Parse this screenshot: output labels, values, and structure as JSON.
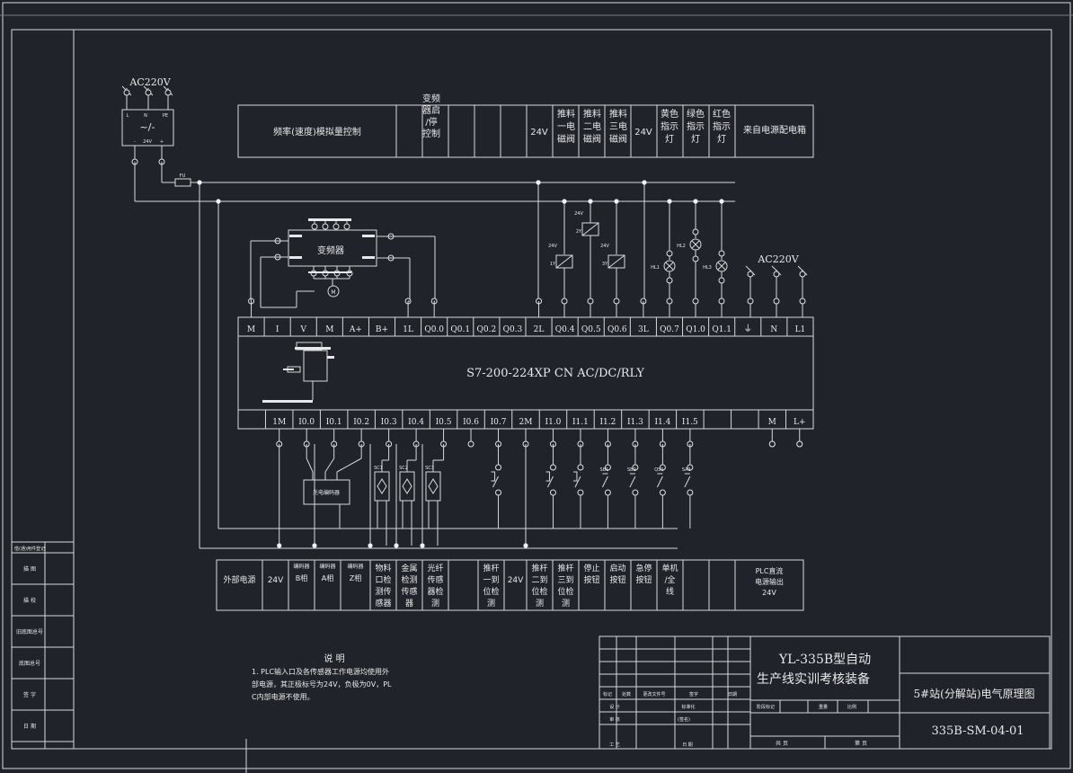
{
  "supply": {
    "label": "AC220V",
    "terms": [
      "L",
      "N",
      "PE"
    ],
    "module": "~/-",
    "out": [
      "-",
      "24V",
      "+"
    ],
    "fuse": "FU"
  },
  "top_table": {
    "cells": [
      "频率(速度)模拟量控制",
      "变频器启/停控制",
      "",
      "",
      "",
      "24V",
      "推料一电磁阀",
      "推料二电磁阀",
      "推料三电磁阀",
      "24V",
      "黄色指示灯",
      "绿色指示灯",
      "红色指示灯",
      "来自电源配电箱"
    ]
  },
  "vfd": {
    "label": "变频器"
  },
  "plc": {
    "model": "S7-200-224XP CN AC/DC/RLY",
    "top_terms": [
      "M",
      "I",
      "V",
      "M",
      "A+",
      "B+",
      "1L",
      "Q0.0",
      "Q0.1",
      "Q0.2",
      "Q0.3",
      "2L",
      "Q0.4",
      "Q0.5",
      "Q0.6",
      "3L",
      "Q0.7",
      "Q1.0",
      "Q1.1",
      "⏚",
      "N",
      "L1"
    ],
    "bottom_terms": [
      "",
      "1M",
      "I0.0",
      "I0.1",
      "I0.2",
      "I0.3",
      "I0.4",
      "I0.5",
      "I0.6",
      "I0.7",
      "2M",
      "I1.0",
      "I1.1",
      "I1.2",
      "I1.3",
      "I1.4",
      "I1.5",
      "",
      "",
      "M",
      "L+"
    ]
  },
  "outputs": {
    "coil_labels": [
      "1Y",
      "2Y",
      "3Y"
    ],
    "lamp_labels": [
      "HL1",
      "HL2",
      "HL3"
    ],
    "ac_label": "AC220V"
  },
  "inputs": {
    "encoder": "光电编码器",
    "sensors": [
      "SC1",
      "SC2",
      "SC3"
    ],
    "buttons": [
      "SB1",
      "SB2",
      "QS1",
      "SA1"
    ]
  },
  "bottom_table": {
    "cells": [
      "外部电源",
      "24V",
      "编码器B相",
      "编码器A相",
      "编码器Z相",
      "物料口检测传感器",
      "金属检测传感器",
      "光纤传感器检测",
      "",
      "推杆一到位检测",
      "24V",
      "推杆二到位检测",
      "推杆三到位检测",
      "停止按钮",
      "启动按钮",
      "急停按钮",
      "单机/全线",
      "",
      "",
      "PLC直流电源输出24V"
    ]
  },
  "notes": {
    "title": "说 明",
    "text": "1. PLC输入口及各传感器工作电源均使用外部电源，其正极标号为24V，负极为0V，PLC内部电源不使用。"
  },
  "title_block": {
    "project": "YL-335B型自动生产线实训考核装备",
    "drawing": "5#站(分解站)电气原理图",
    "number": "335B-SM-04-01",
    "rows": [
      "标记",
      "处数",
      "更改文件号",
      "签字",
      "日期",
      "设 计",
      "标准化",
      "(签名)",
      "审 核",
      "工 艺",
      "日 期"
    ],
    "stage": [
      "阶段标记",
      "重量",
      "比例"
    ],
    "sheet": [
      "共 页",
      "第 页"
    ]
  },
  "side_block": {
    "rows": [
      "借(通)用件登记",
      "描 图",
      "描 校",
      "旧底图总号",
      "底图总号",
      "签 字",
      "日 期"
    ]
  }
}
